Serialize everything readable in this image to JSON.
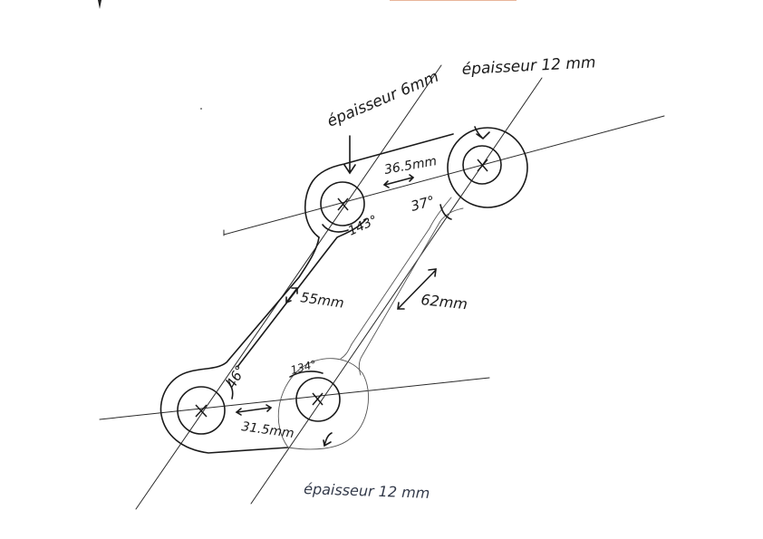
{
  "annotations": {
    "thickness_top_left": "épaisseur 6mm",
    "thickness_top_right": "épaisseur 12 mm",
    "thickness_bottom": "épaisseur 12 mm",
    "dim_top_spacing": "36.5mm",
    "dim_bottom_spacing": "31.5mm",
    "dim_left_link": "55mm",
    "dim_right_link": "62mm",
    "angle_top_left": "143°",
    "angle_top_right": "37°",
    "angle_bottom_left": "46°",
    "angle_bottom_right": "134°",
    "axis_mark": "X"
  },
  "colors": {
    "ink": "#1a1a1a",
    "paper": "#ffffff",
    "ink_soft": "#555555"
  }
}
